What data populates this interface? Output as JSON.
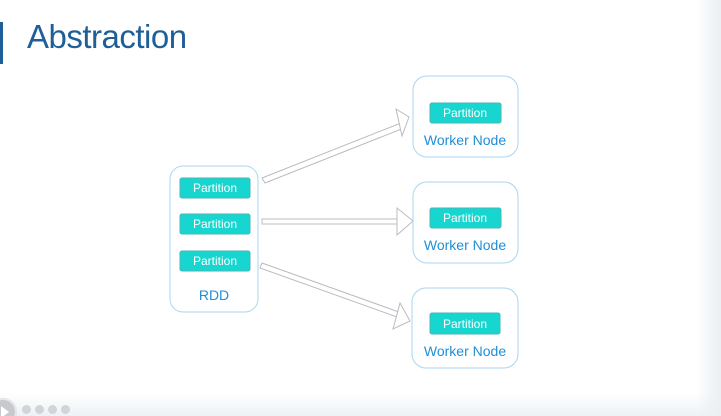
{
  "slide": {
    "title": "Abstraction"
  },
  "diagram": {
    "rdd": {
      "label": "RDD",
      "partitions": [
        "Partition",
        "Partition",
        "Partition"
      ]
    },
    "workers": [
      {
        "partition": "Partition",
        "label": "Worker Node"
      },
      {
        "partition": "Partition",
        "label": "Worker Node"
      },
      {
        "partition": "Partition",
        "label": "Worker Node"
      }
    ]
  },
  "colors": {
    "title": "#1f5f97",
    "accent": "#17d6cf",
    "accent_border": "#49b5b8",
    "card_border": "#a9d6f2",
    "label_blue": "#1f8fd6"
  },
  "icons": {
    "player_control": "play-button-icon"
  }
}
